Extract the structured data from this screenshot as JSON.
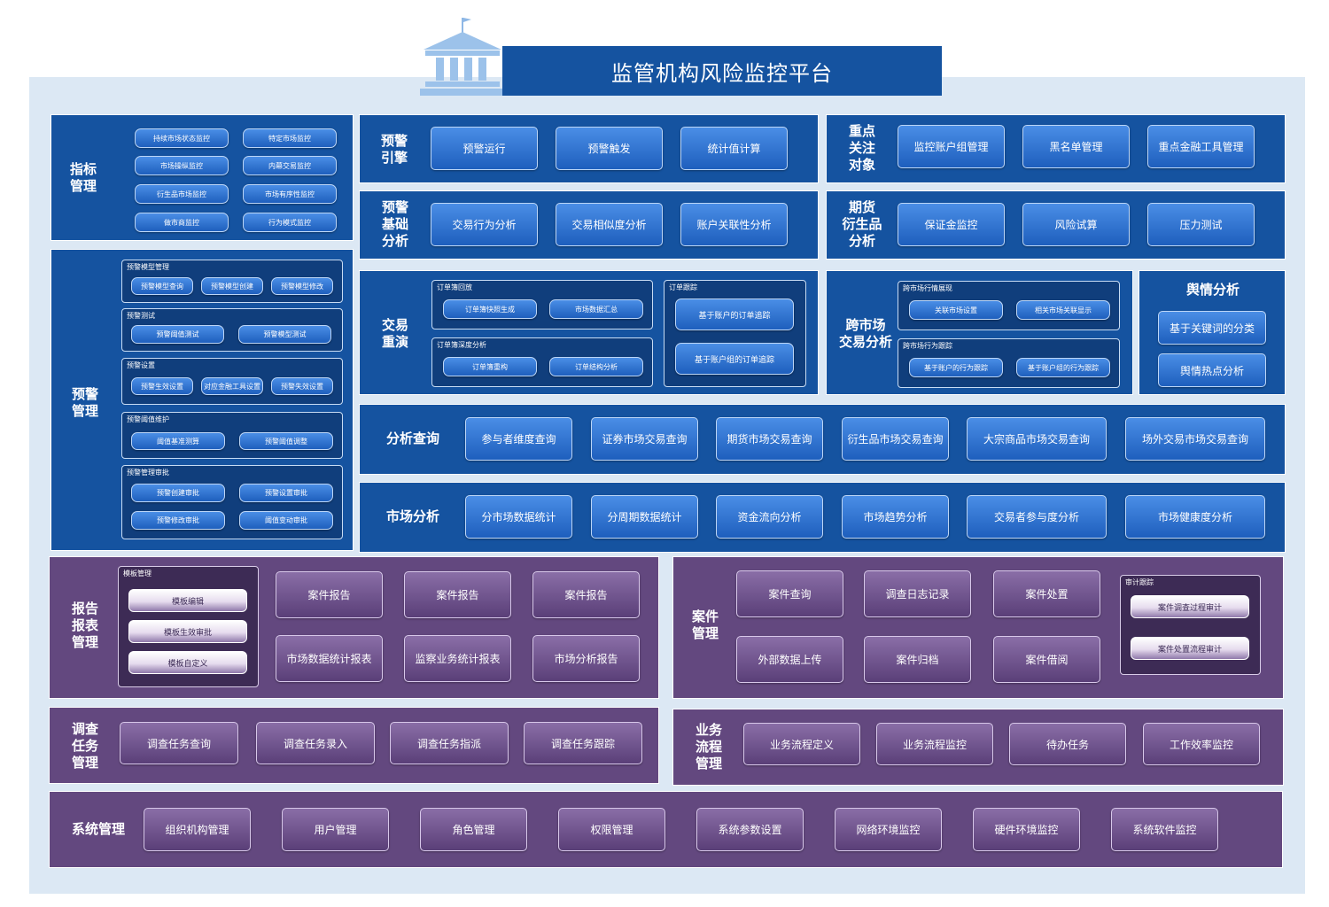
{
  "title": "监管机构风险监控平台",
  "colors": {
    "blue_panel": "#1553a0",
    "purple_panel": "#63487f",
    "background": "#dce8f4"
  },
  "icons": {
    "logo": "government-building-icon"
  },
  "zhibiao": {
    "label": "指标\n管理",
    "items": [
      "持续市场状态监控",
      "特定市场监控",
      "市场操纵监控",
      "内幕交易监控",
      "衍生品市场监控",
      "市场有序性监控",
      "做市商监控",
      "行为模式监控"
    ]
  },
  "yujing_yinqing": {
    "label": "预警\n引擎",
    "items": [
      "预警运行",
      "预警触发",
      "统计值计算"
    ]
  },
  "zhongdian": {
    "label": "重点\n关注\n对象",
    "items": [
      "监控账户组管理",
      "黑名单管理",
      "重点金融工具管理"
    ]
  },
  "yujing_jichu": {
    "label": "预警\n基础\n分析",
    "items": [
      "交易行为分析",
      "交易相似度分析",
      "账户关联性分析"
    ]
  },
  "qihuo": {
    "label": "期货\n衍生品\n分析",
    "items": [
      "保证金监控",
      "风险试算",
      "压力测试"
    ]
  },
  "yujing_guanli": {
    "label": "预警\n管理",
    "groups": [
      {
        "title": "预警模型管理",
        "items": [
          "预警模型查询",
          "预警模型创建",
          "预警模型修改"
        ]
      },
      {
        "title": "预警测试",
        "items": [
          "预警阈值测试",
          "预警模型测试"
        ]
      },
      {
        "title": "预警设置",
        "items": [
          "预警生效设置",
          "对应金融工具设置",
          "预警失效设置"
        ]
      },
      {
        "title": "预警阈值维护",
        "items": [
          "阈值基准测算",
          "预警阈值调整"
        ]
      },
      {
        "title": "预警管理审批",
        "items": [
          "预警创建审批",
          "预警设置审批",
          "预警修改审批",
          "阈值变动审批"
        ]
      }
    ]
  },
  "jiaoyi_chongyan": {
    "label": "交易\n重演",
    "groups": [
      {
        "title": "订单簿回放",
        "items": [
          "订单簿快照生成",
          "市场数据汇总"
        ]
      },
      {
        "title": "订单簿深度分析",
        "items": [
          "订单簿重构",
          "订单结构分析"
        ]
      },
      {
        "title": "订单跟踪",
        "items": [
          "基于账户的订单追踪",
          "基于账户组的订单追踪"
        ]
      }
    ]
  },
  "kuashichang": {
    "label": "跨市场\n交易分析",
    "groups": [
      {
        "title": "跨市场行情展现",
        "items": [
          "关联市场设置",
          "相关市场关联显示"
        ]
      },
      {
        "title": "跨市场行为跟踪",
        "items": [
          "基于账户的行为跟踪",
          "基于账户组的行为跟踪"
        ]
      }
    ]
  },
  "yuqing": {
    "label": "舆情分析",
    "items": [
      "基于关键词的分类",
      "舆情热点分析"
    ]
  },
  "fenxi_chaxun": {
    "label": "分析查询",
    "items": [
      "参与者维度查询",
      "证券市场交易查询",
      "期货市场交易查询",
      "衍生品市场交易查询",
      "大宗商品市场交易查询",
      "场外交易市场交易查询"
    ]
  },
  "shichang_fenxi": {
    "label": "市场分析",
    "items": [
      "分市场数据统计",
      "分周期数据统计",
      "资金流向分析",
      "市场趋势分析",
      "交易者参与度分析",
      "市场健康度分析"
    ]
  },
  "baogao": {
    "label": "报告\n报表\n管理",
    "group_title": "模板管理",
    "group_items": [
      "模板编辑",
      "模板生效审批",
      "模板自定义"
    ],
    "items": [
      "案件报告",
      "案件报告",
      "案件报告",
      "市场数据统计报表",
      "监察业务统计报表",
      "市场分析报告"
    ]
  },
  "anjian": {
    "label": "案件\n管理",
    "items": [
      "案件查询",
      "调查日志记录",
      "案件处置",
      "外部数据上传",
      "案件归档",
      "案件借阅"
    ],
    "group_title": "审计跟踪",
    "group_items": [
      "案件调查过程审计",
      "案件处置流程审计"
    ]
  },
  "diaocha": {
    "label": "调查\n任务\n管理",
    "items": [
      "调查任务查询",
      "调查任务录入",
      "调查任务指派",
      "调查任务跟踪"
    ]
  },
  "yewu": {
    "label": "业务\n流程\n管理",
    "items": [
      "业务流程定义",
      "业务流程监控",
      "待办任务",
      "工作效率监控"
    ]
  },
  "xitong": {
    "label": "系统管理",
    "items": [
      "组织机构管理",
      "用户管理",
      "角色管理",
      "权限管理",
      "系统参数设置",
      "网络环境监控",
      "硬件环境监控",
      "系统软件监控"
    ]
  }
}
